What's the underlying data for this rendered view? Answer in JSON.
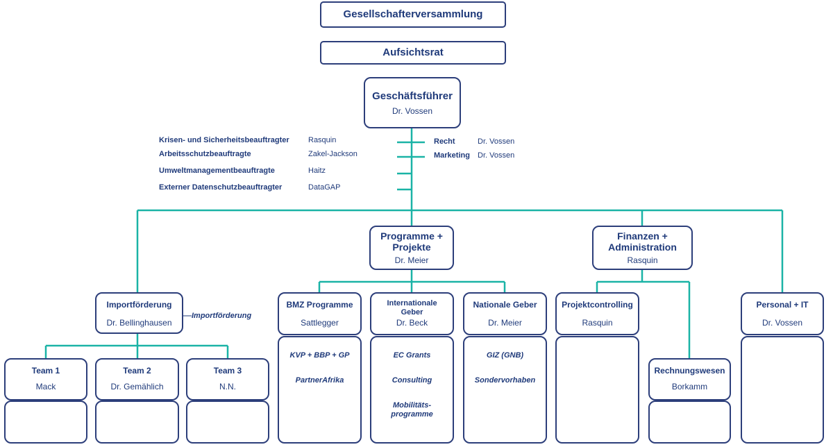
{
  "top": {
    "assembly": "Gesellschafterversammlung",
    "board": "Aufsichtsrat",
    "ceo_title": "Geschäftsführer",
    "ceo_name": "Dr. Vossen"
  },
  "staff_left": [
    {
      "role": "Krisen- und Sicherheitsbeauftragter",
      "name": "Rasquin"
    },
    {
      "role": "Arbeitsschutzbeauftragte",
      "name": "Zakel-Jackson"
    },
    {
      "role": "Umweltmanagementbeauftragte",
      "name": "Haitz"
    },
    {
      "role": "Externer Datenschutzbeauftragter",
      "name": "DataGAP"
    }
  ],
  "staff_right": [
    {
      "role": "Recht",
      "name": "Dr. Vossen"
    },
    {
      "role": "Marketing",
      "name": "Dr. Vossen"
    }
  ],
  "divisions": {
    "programme": {
      "title": "Programme + Projekte",
      "name": "Dr. Meier"
    },
    "finanzen": {
      "title": "Finanzen + Administration",
      "name": "Rasquin"
    },
    "import": {
      "title": "Importförderung",
      "name": "Dr. Bellinghausen",
      "note": "Importförderung"
    },
    "personal": {
      "title": "Personal + IT",
      "name": "Dr. Vossen"
    }
  },
  "teams": [
    {
      "title": "Team 1",
      "name": "Mack"
    },
    {
      "title": "Team 2",
      "name": "Dr. Gemählich"
    },
    {
      "title": "Team 3",
      "name": "N.N."
    }
  ],
  "units": {
    "bmz": {
      "title": "BMZ Programme",
      "name": "Sattlegger",
      "items": [
        "KVP + BBP + GP",
        "PartnerAfrika"
      ]
    },
    "intl": {
      "title": "Internationale Geber",
      "name": "Dr. Beck",
      "items": [
        "EC Grants",
        "Consulting",
        "Mobilitäts-programme"
      ]
    },
    "national": {
      "title": "Nationale Geber",
      "name": "Dr. Meier",
      "items": [
        "GIZ (GNB)",
        "Sondervorhaben"
      ]
    },
    "controlling": {
      "title": "Projektcontrolling",
      "name": "Rasquin"
    },
    "rechnung": {
      "title": "Rechnungswesen",
      "name": "Borkamm"
    }
  },
  "colors": {
    "connector": "#1ab3a6",
    "border": "#2c3e7a",
    "text": "#1f3a7a"
  }
}
